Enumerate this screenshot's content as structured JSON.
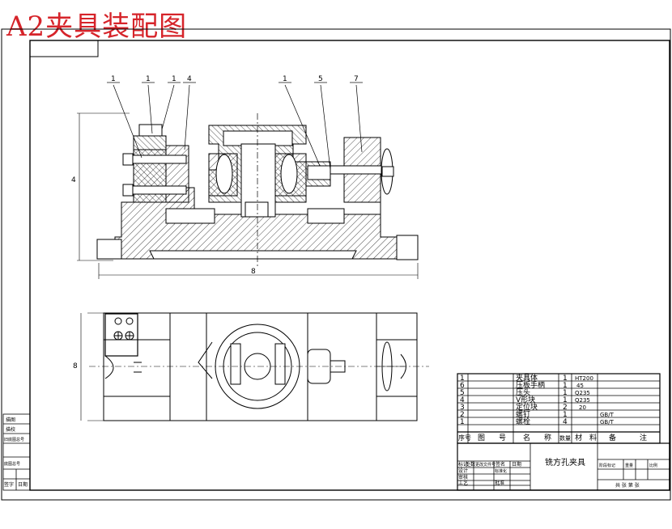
{
  "header": {
    "title": "A2夹具装配图"
  },
  "balloons": [
    "1",
    "1",
    "1",
    "4",
    "1",
    "5",
    "7"
  ],
  "dimensions": {
    "front_height": "4",
    "front_width": "8",
    "top_height": "8"
  },
  "parts_list": {
    "rows": [
      {
        "no": "1",
        "name": "夹具体",
        "qty": "1",
        "material": "HT200",
        "note": ""
      },
      {
        "no": "6",
        "name": "压板手柄",
        "qty": "1",
        "material": "45",
        "note": ""
      },
      {
        "no": "5",
        "name": "压头",
        "qty": "1",
        "material": "Q235",
        "note": ""
      },
      {
        "no": "4",
        "name": "V形块",
        "qty": "1",
        "material": "Q235",
        "note": ""
      },
      {
        "no": "3",
        "name": "定位块",
        "qty": "2",
        "material": "20",
        "note": ""
      },
      {
        "no": "2",
        "name": "螺钉",
        "qty": "1",
        "material": "",
        "note": "GB/T"
      },
      {
        "no": "1",
        "name": "螺栓",
        "qty": "4",
        "material": "",
        "note": "GB/T"
      }
    ],
    "header": {
      "no": "序号",
      "drawing": "图",
      "drawing2": "号",
      "name": "名",
      "name2": "称",
      "qty": "数量",
      "material": "材",
      "material2": "料",
      "note": "备",
      "note2": "注"
    }
  },
  "title_block": {
    "name": "铣方孔夹具",
    "labels": [
      "标记",
      "处数",
      "分区",
      "更改文件号",
      "签名",
      "日期",
      "设计",
      "标准化",
      "审核",
      "工艺",
      "批准"
    ],
    "right_labels": [
      "阶段标记",
      "重量",
      "比例"
    ],
    "sheet": "共 张  第 张"
  },
  "side_strip": [
    "描图",
    "描校",
    "旧底图总号",
    "底图总号",
    "签字",
    "日期"
  ]
}
